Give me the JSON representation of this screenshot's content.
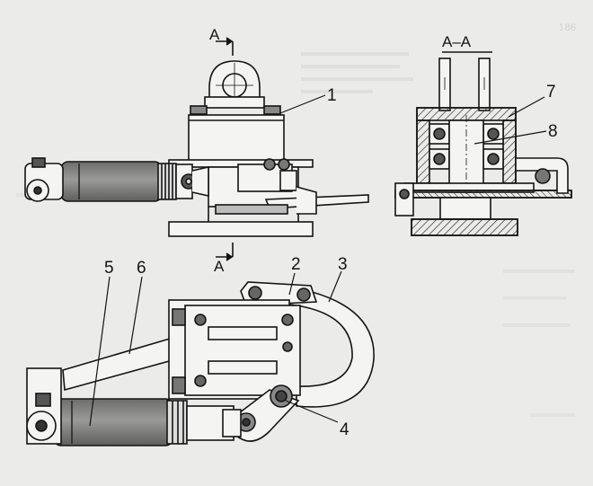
{
  "figure": {
    "page_marker": "186",
    "section_label": "A–A",
    "cut_marks": [
      {
        "id": "top",
        "text": "A"
      },
      {
        "id": "bottom",
        "text": "A"
      }
    ],
    "callouts": [
      "1",
      "2",
      "3",
      "4",
      "5",
      "6",
      "7",
      "8"
    ]
  },
  "colors": {
    "paper": "#ebebe9",
    "ink": "#141414",
    "hatch": "#3a3a3a",
    "shade_dark": "#7a7a7a",
    "shade_mid": "#a8a8a6",
    "body_fill": "#f4f4f2"
  }
}
